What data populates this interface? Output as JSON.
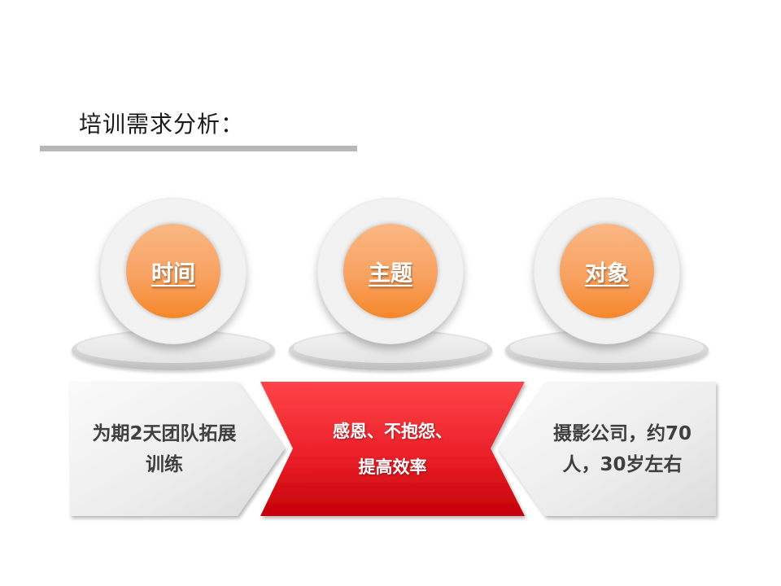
{
  "slide": {
    "title": "培训需求分析：",
    "accent_colors": {
      "orange": "#f8a262",
      "red": "#e8202a",
      "gray_bar": "#b8b8b8",
      "text_dark": "#3f3f3f"
    }
  },
  "badges": [
    {
      "label": "时间"
    },
    {
      "label": "主题"
    },
    {
      "label": "对象"
    }
  ],
  "info_boxes": [
    {
      "lines": [
        "为期2天团队拓展",
        "训练"
      ]
    },
    {
      "lines": [
        "感恩、不抱怨、",
        "提高效率"
      ]
    },
    {
      "lines": [
        "摄影公司，约70",
        "人，30岁左右"
      ]
    }
  ]
}
